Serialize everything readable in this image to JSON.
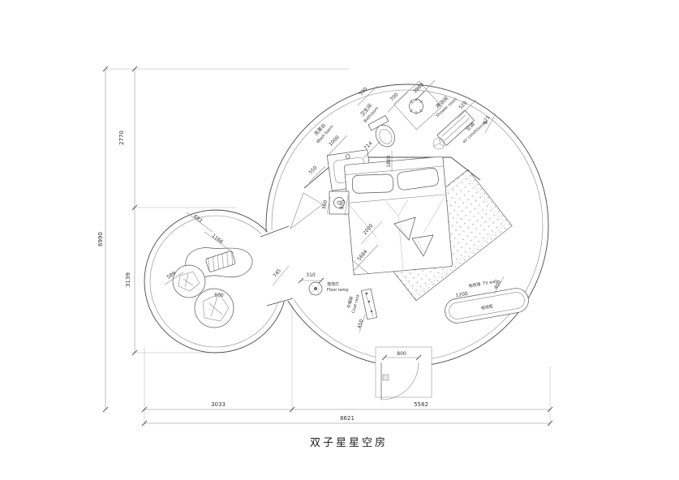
{
  "title": "双子星星空房",
  "labels": {
    "washbasin_cn": "洗漱台",
    "washbasin_en": "Wash basin",
    "bathroom_cn": "卫生间",
    "bathroom_en": "Bathroom",
    "shower_cn": "淋浴间",
    "shower_en": "Shower room",
    "ac_cn": "空调",
    "ac_en": "air conditioning",
    "floor_lamp_cn": "落地灯",
    "floor_lamp_en": "Floor lamp",
    "coat_rack_cn": "衣帽架",
    "coat_rack_en": "Coat rack",
    "tv_wall_cn": "电视墙",
    "tv_wall_en": "TV wall",
    "tv_cabinet": "电视柜"
  },
  "dims": {
    "d590": "590",
    "d700": "700",
    "d3980": "3980",
    "d520": "520",
    "d421": "421",
    "d714": "714",
    "d1000": "1000",
    "d1800": "1800",
    "d550": "550",
    "d360": "360",
    "d970": "970",
    "d2000": "2000",
    "d5684": "5684",
    "d745": "745",
    "d693": "693",
    "d1166": "1166",
    "d589": "589",
    "d500": "500",
    "d310": "310",
    "d450": "450",
    "d400": "400",
    "d1200": "1200",
    "d800": "800",
    "d2770": "2770",
    "d3139": "3139",
    "d6990": "6990",
    "d3033": "3033",
    "d5582": "5582",
    "d8621": "8621"
  }
}
